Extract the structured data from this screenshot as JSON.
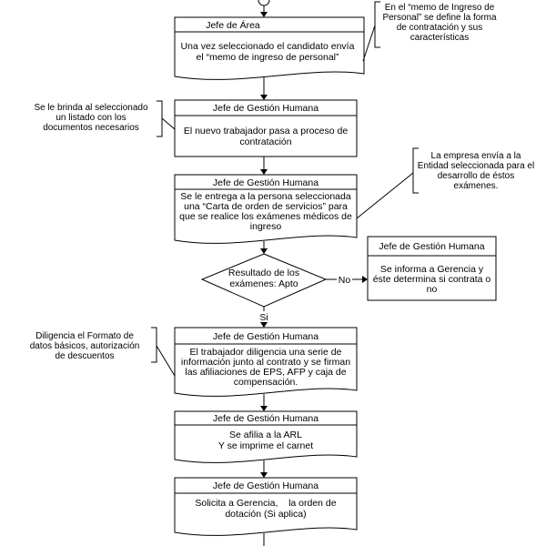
{
  "steps": [
    {
      "role": "Jefe de Área",
      "lines": [
        "Una vez seleccionado el candidato envía",
        "el “memo de ingreso de personal”"
      ]
    },
    {
      "role": "Jefe de Gestión Humana",
      "lines": [
        "El nuevo trabajador pasa a proceso de",
        "contratación"
      ]
    },
    {
      "role": "Jefe de Gestión Humana",
      "lines": [
        "Se le entrega a la persona seleccionada",
        "una “Carta de orden de servicios” para",
        "que se realice los exámenes médicos de",
        "ingreso"
      ]
    },
    {
      "role": "Jefe de Gestión Humana",
      "lines": [
        "El trabajador diligencia una serie de",
        "información junto al contrato y se firman",
        "las afiliaciones de EPS, AFP y caja de",
        "compensación."
      ]
    },
    {
      "role": "Jefe de Gestión Humana",
      "lines": [
        "Se afilia a la ARL",
        "Y se imprime el carnet"
      ]
    },
    {
      "role": "Jefe de Gestión Humana",
      "lines": [
        "Solicita a Gerencia,    la orden de",
        "dotación (Si aplica)"
      ]
    }
  ],
  "decision": {
    "lines": [
      "Resultado de los",
      "exámenes: Apto"
    ],
    "yes_label": "Si",
    "no_label": "No"
  },
  "no_outcome": {
    "role": "Jefe de Gestión Humana",
    "lines": [
      "Se informa a Gerencia y",
      "éste determina si contrata o",
      "no"
    ]
  },
  "annotations": [
    {
      "lines": [
        "En el “memo de Ingreso de",
        "Personal” se define la forma",
        "de contratación y sus",
        "características"
      ]
    },
    {
      "lines": [
        "Se le brinda al seleccionado",
        "un listado con los",
        "documentos necesarios"
      ]
    },
    {
      "lines": [
        "La empresa envía a la",
        "Entidad seleccionada para el",
        "desarrollo de éstos",
        "exámenes."
      ]
    },
    {
      "lines": [
        "Diligencia el Formato de",
        "datos básicos, autorización",
        "de descuentos"
      ]
    }
  ]
}
